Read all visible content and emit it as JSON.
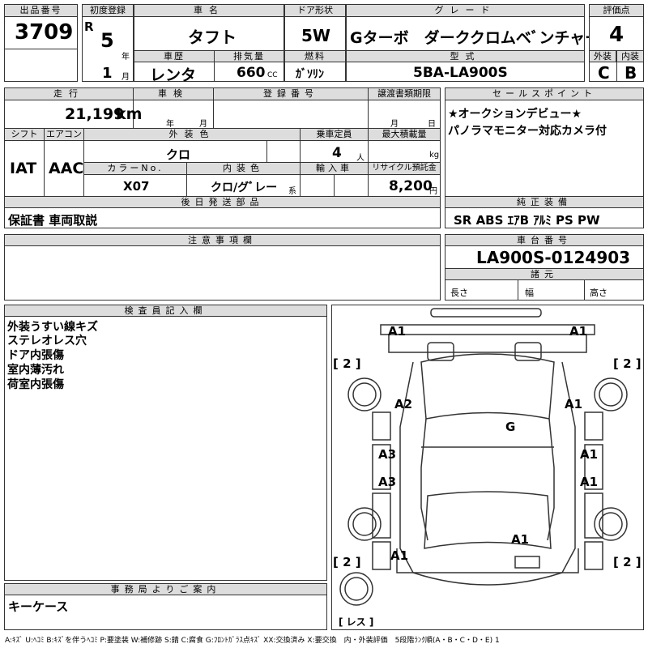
{
  "header": {
    "lot_label": "出品番号",
    "lot_no": "3709",
    "first_reg_label": "初度登録",
    "era": "R",
    "year_val": "5",
    "year_unit": "年",
    "month_val": "1",
    "month_unit": "月",
    "name_label": "車名",
    "car_name": "タフト",
    "history_label": "車歴",
    "history": "レンタ",
    "cc_label": "排気量",
    "cc": "660",
    "cc_unit": "CC",
    "door_label": "ドア形状",
    "door": "5W",
    "fuel_label": "燃料",
    "fuel": "ｶﾞｿﾘﾝ",
    "grade_label": "グレード",
    "grade": "Gターボ　ダーククロムベﾞンチャー",
    "model_label": "型式",
    "model": "5BA-LA900S",
    "score_label": "評価点",
    "score": "4",
    "ext_label": "外装",
    "ext": "C",
    "int_label": "内装",
    "int": "B"
  },
  "row2": {
    "mileage_label": "走行",
    "mileage": "21,199",
    "mileage_unit": "km",
    "inspection_label": "車検",
    "insp_year": "年",
    "insp_month": "月",
    "reg_label": "登録番号",
    "transfer_label": "譲渡書類期限",
    "tr_month": "月",
    "tr_day": "日",
    "shift_label": "シフト",
    "shift": "IAT",
    "ac_label": "エアコン",
    "ac": "AAC",
    "color_label": "外装色",
    "color": "クロ",
    "colorno_label": "カラーNo.",
    "colorno": "X07",
    "interior_label": "内装色",
    "interior": "クロ/グﾞレー",
    "interior_unit": "系",
    "capacity_label": "乗車定員",
    "capacity": "4",
    "capacity_unit": "人",
    "load_label": "最大積載量",
    "load_unit": "kg",
    "import_label": "輸入車",
    "recycle_label": "リサイクル預託金",
    "recycle": "8,200",
    "recycle_unit": "円",
    "later_label": "後日発送部品",
    "later": "保証書 車両取説"
  },
  "sales": {
    "label": "セールスポイント",
    "lines": [
      "★オークションデビュー★",
      "パノラマモニター対応カメラ付"
    ]
  },
  "equipment": {
    "label": "純正装備",
    "value": "SR  ABS  ｴｱB  ｱﾙﾐ  PS  PW"
  },
  "notes": {
    "label": "注意事項欄"
  },
  "chassis": {
    "label": "車台番号",
    "value": "LA900S-0124903",
    "spec_label": "諸元",
    "len": "長さ",
    "wid": "幅",
    "hei": "高さ"
  },
  "inspector": {
    "label": "検査員記入欄",
    "lines": [
      "外装うすい線キズ",
      "ステレオレス穴",
      "ドア内張傷",
      "室内薄汚れ",
      "荷室内張傷"
    ]
  },
  "office": {
    "label": "事務局よりご案内",
    "value": "キーケース"
  },
  "diagram": {
    "marks": {
      "fl_bumper": "A1",
      "fr_bumper": "A1",
      "tire_fl": "[ 2 ]",
      "tire_fr": "[ 2 ]",
      "tire_rl": "[ 2 ]",
      "tire_rr": "[ 2 ]",
      "l_fender": "A2",
      "r_fender": "A1",
      "glass": "G",
      "l_door_f": "A3",
      "r_door_f": "A1",
      "l_door_r": "A3",
      "r_door_r": "A1",
      "roof_rear": "A1",
      "rear_left": "A1",
      "spare": "[ レス ]"
    }
  },
  "legend": "A:ｷｽﾞ U:ﾍｺﾐ B:ｷｽﾞを伴うﾍｺﾐ P:要塗装 W:補修跡 S:錆 C:腐食 G:ﾌﾛﾝﾄｶﾞﾗｽ点ｷｽﾞ XX:交換済み X:要交換　内・外装評価　5段階ﾗﾝｸ順(A・B・C・D・E) 1"
}
